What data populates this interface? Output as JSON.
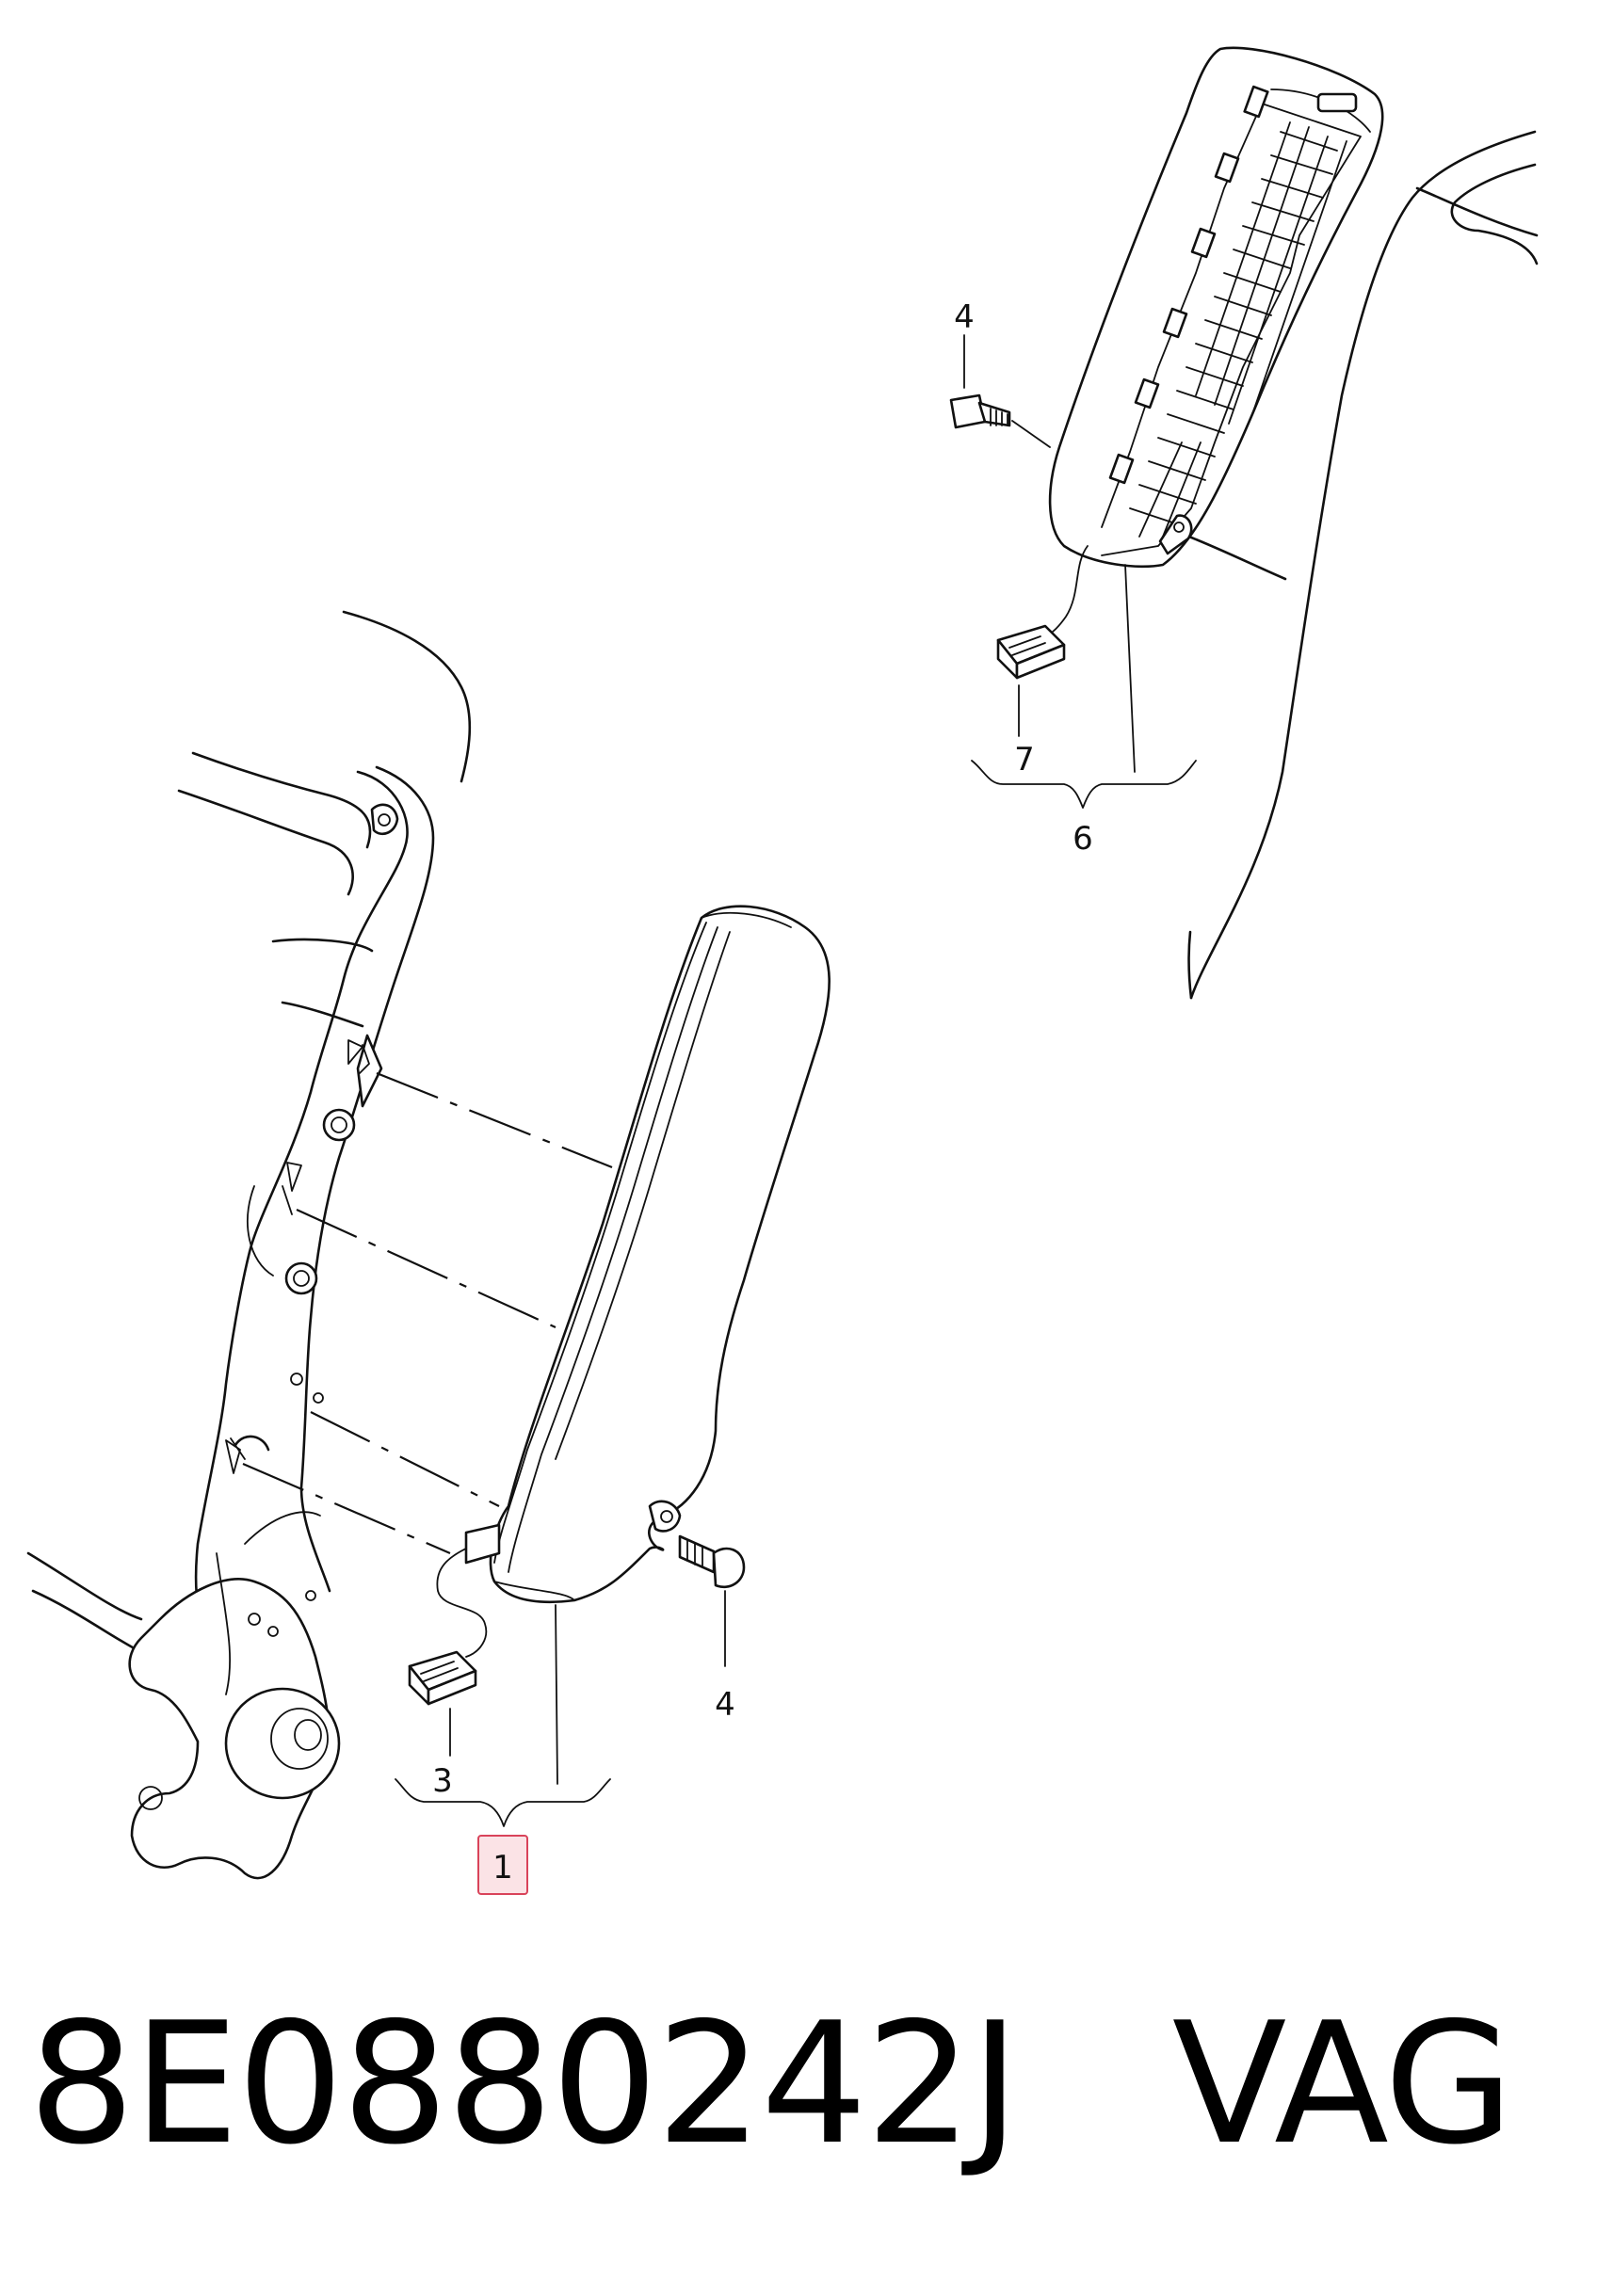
{
  "callouts": {
    "c1": "1",
    "c3": "3",
    "c4a": "4",
    "c4b": "4",
    "c6": "6",
    "c7": "7"
  },
  "footer": {
    "part_number": "8E0880242J",
    "brand": "VAG"
  },
  "colors": {
    "line": "#111111",
    "highlight_fill": "#fbe3e6",
    "highlight_border": "#d9435a"
  }
}
